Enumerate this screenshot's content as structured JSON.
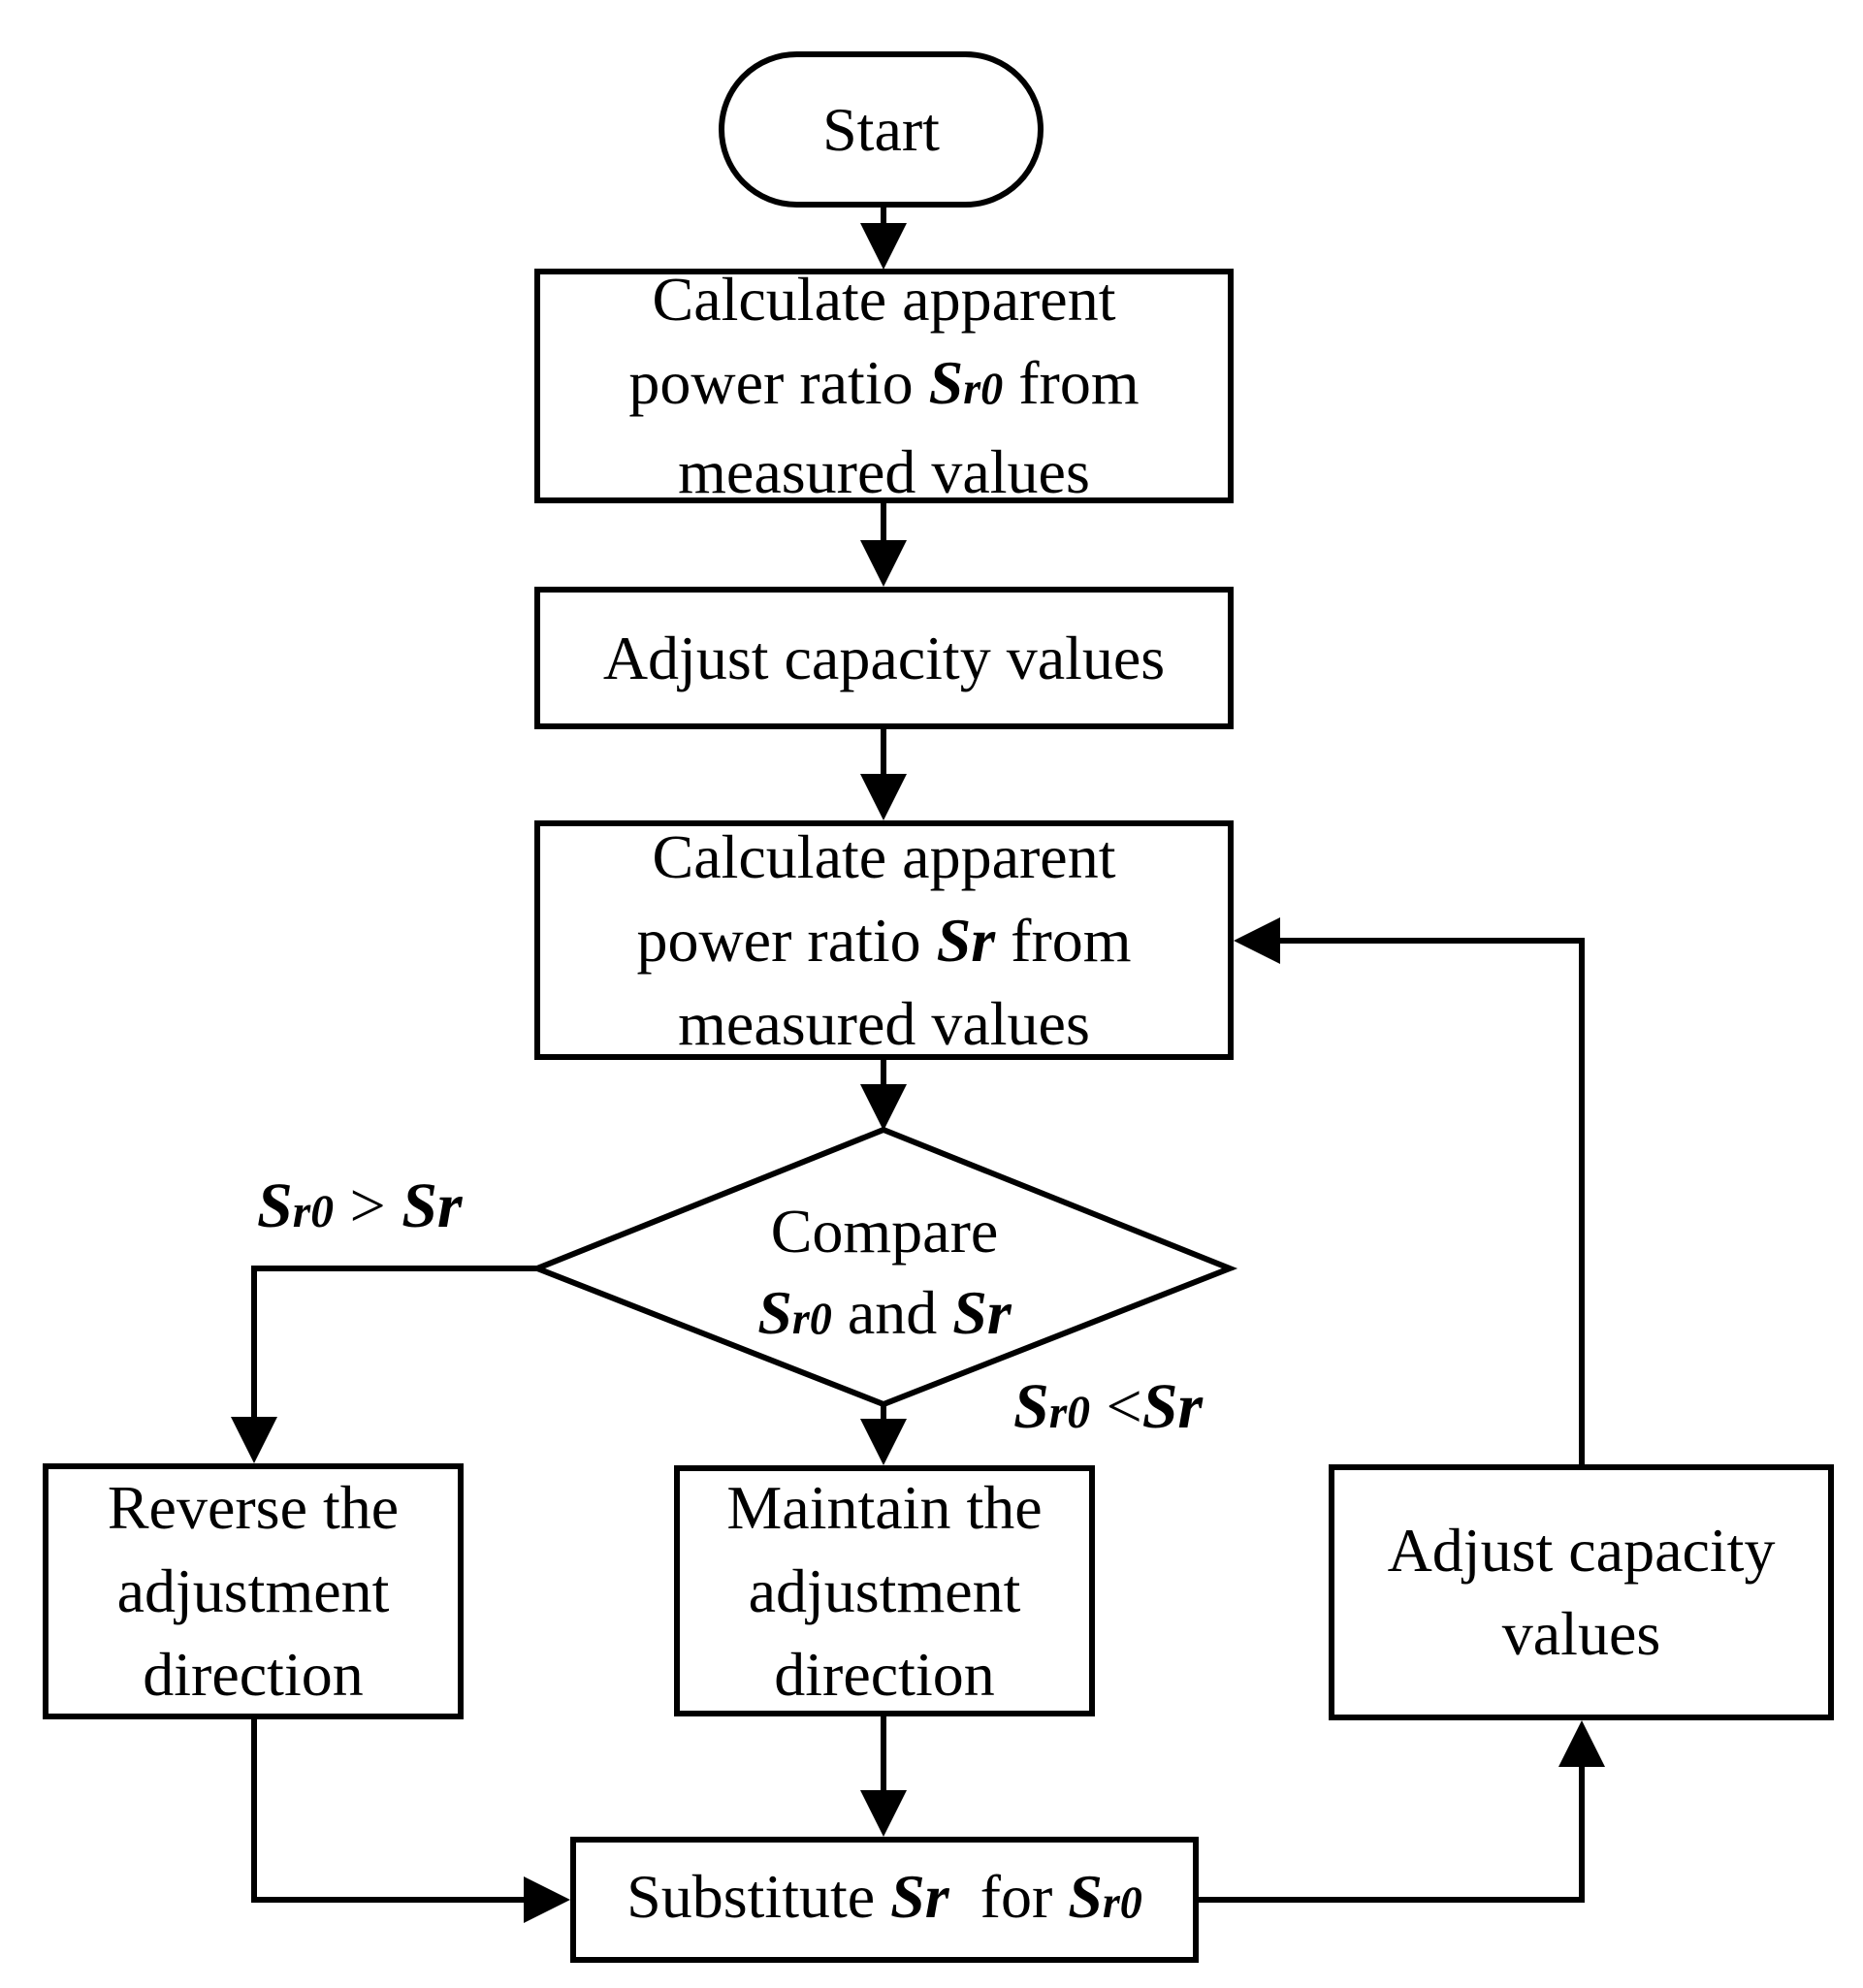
{
  "nodes": {
    "start": {
      "text": "Start"
    },
    "calc_sr0": {
      "line1": "Calculate apparent",
      "line2_pre": "power ratio ",
      "line2_var": "S",
      "line2_sub": "r0",
      "line2_post": " from",
      "line3": "measured values"
    },
    "adjust_1": {
      "text": "Adjust capacity values"
    },
    "calc_sr": {
      "line1": "Calculate apparent",
      "line2_pre": "power ratio ",
      "line2_var": "Sr",
      "line2_post": " from",
      "line3": "measured values"
    },
    "compare": {
      "line1": "Compare",
      "var1": "S",
      "var1_sub": "r0",
      "mid": " and ",
      "var2": "Sr"
    },
    "reverse": {
      "line1": "Reverse the",
      "line2": "adjustment",
      "line3": "direction"
    },
    "maintain": {
      "line1": "Maintain the",
      "line2": "adjustment",
      "line3": "direction"
    },
    "adjust_2": {
      "line1": "Adjust capacity",
      "line2": "values"
    },
    "substitute": {
      "pre": "Substitute ",
      "var1": "Sr",
      "mid": "  for ",
      "var2": "S",
      "var2_sub": "r0"
    }
  },
  "edge_labels": {
    "greater": {
      "var1": "S",
      "var1_sub": "r0",
      "op": " > ",
      "var2": "Sr"
    },
    "less": {
      "var1": "S",
      "var1_sub": "r0",
      "op": " <",
      "var2": "Sr"
    }
  }
}
